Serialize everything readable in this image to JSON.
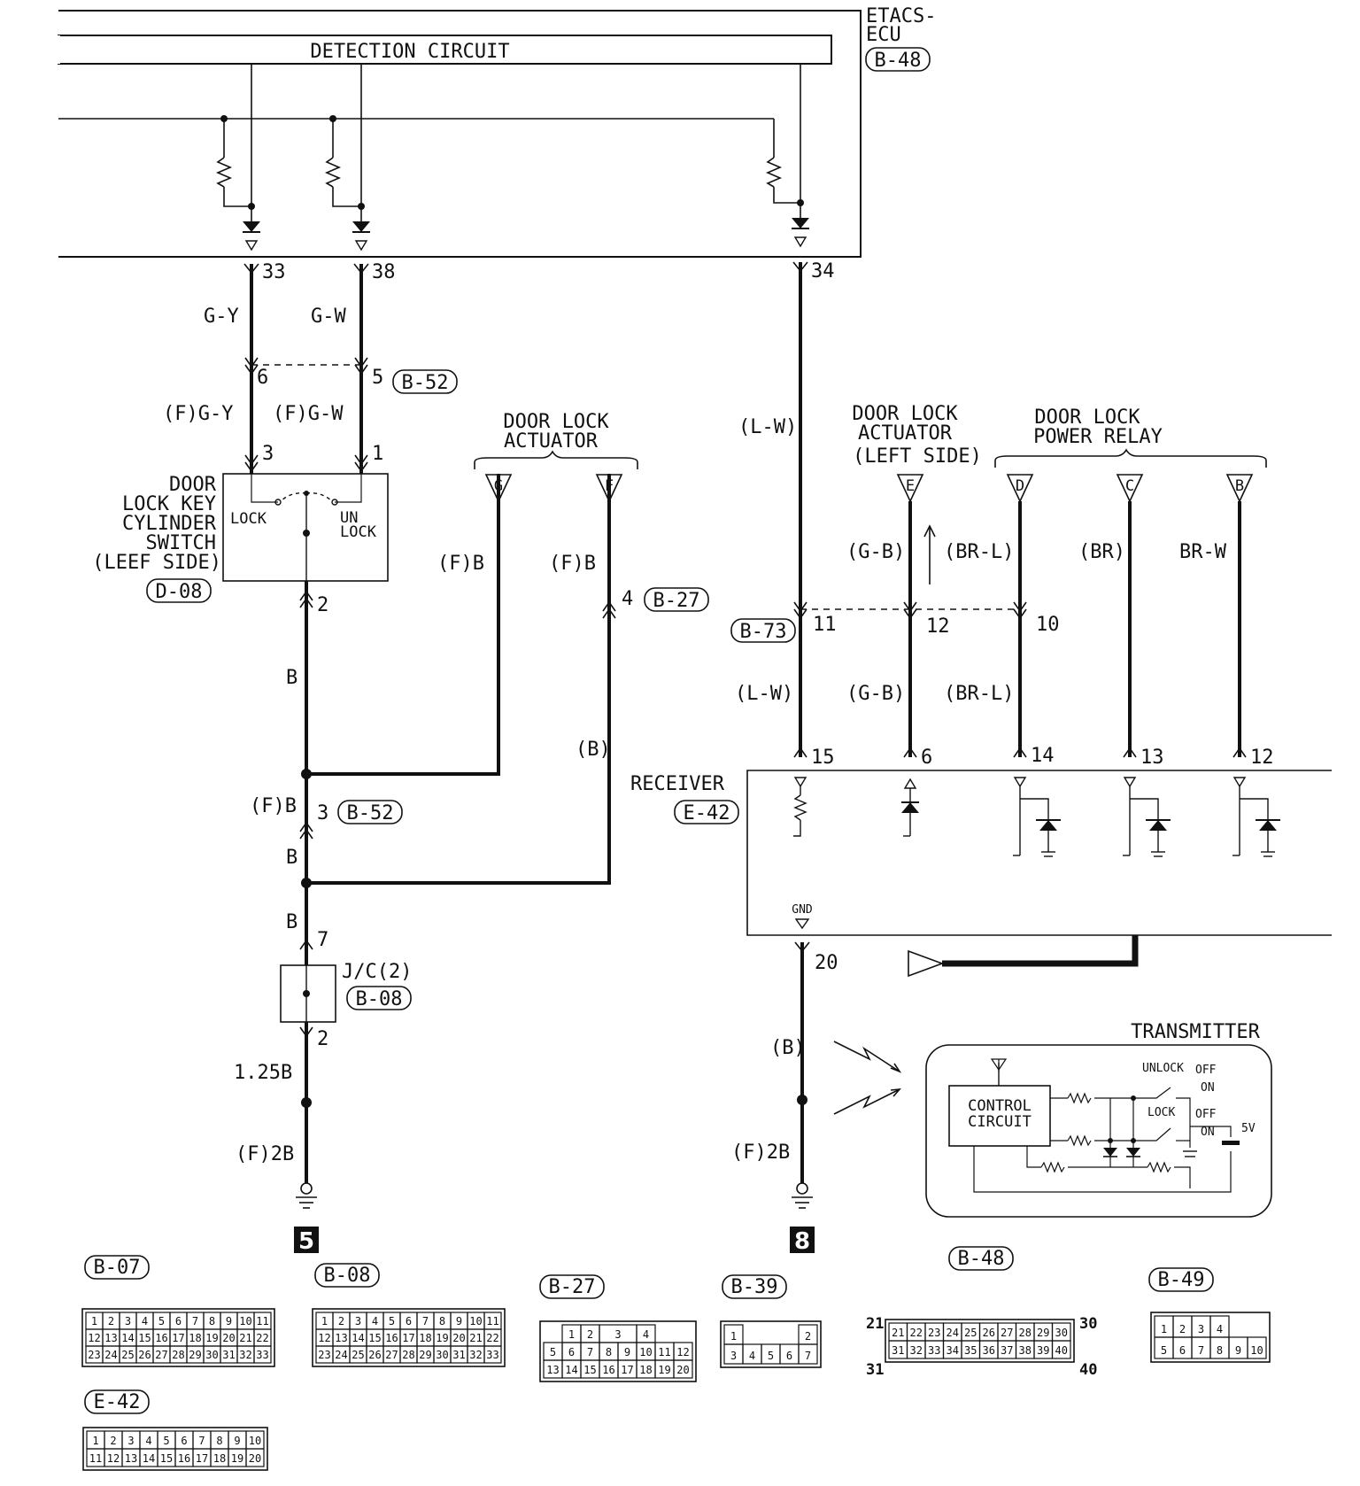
{
  "ecu": {
    "name_line1": "ETACS-",
    "name_line2": "ECU",
    "connector": "B-48",
    "detection_label": "DETECTION CIRCUIT"
  },
  "pins": {
    "ecu_33": "33",
    "ecu_38": "38",
    "ecu_34": "34"
  },
  "wires": {
    "g_y": "G-Y",
    "g_w": "G-W",
    "f_g_y": "(F)G-Y",
    "f_g_w": "(F)G-W",
    "l_w_upper": "(L-W)",
    "l_w_lower": "(L-W)",
    "g_b_upper": "(G-B)",
    "g_b_lower": "(G-B)",
    "br_l_upper": "(BR-L)",
    "br_l_lower": "(BR-L)",
    "br": "(BR)",
    "br_w": "BR-W",
    "b_key": "B",
    "f_b_left": "(F)B",
    "f_b_right": "(F)B",
    "b_paren": "(B)",
    "f_b_mid": "(F)B",
    "b_mid": "B",
    "b_lower": "B",
    "b_1_25": "1.25B",
    "f_2b_left": "(F)2B",
    "b_recv": "(B)",
    "f_2b_right": "(F)2B"
  },
  "b52": {
    "pin6": "6",
    "pin5": "5",
    "connector": "B-52",
    "pin3": "3",
    "connector2": "B-52"
  },
  "key_switch": {
    "name": [
      "DOOR",
      "LOCK KEY",
      "CYLINDER",
      "SWITCH",
      "(LEEF SIDE)"
    ],
    "connector": "D-08",
    "pin3": "3",
    "pin1": "1",
    "pin2": "2",
    "lock": "LOCK",
    "unlock_1": "UN",
    "unlock_2": "LOCK"
  },
  "actuator_right": {
    "title_1": "DOOR LOCK",
    "title_2": "ACTUATOR",
    "term_g": "G",
    "term_f": "F",
    "pin4": "4",
    "connector": "B-27"
  },
  "actuator_left": {
    "title_1": "DOOR LOCK",
    "title_2": "ACTUATOR",
    "title_3": "(LEFT SIDE)",
    "term_e": "E"
  },
  "relay": {
    "title_1": "DOOR LOCK",
    "title_2": "POWER RELAY",
    "term_d": "D",
    "term_c": "C",
    "term_b": "B"
  },
  "b73": {
    "connector": "B-73",
    "pin11": "11",
    "pin12": "12",
    "pin10": "10"
  },
  "receiver": {
    "name": "RECEIVER",
    "connector": "E-42",
    "gnd": "GND",
    "pin15": "15",
    "pin6": "6",
    "pin14": "14",
    "pin13": "13",
    "pin12": "12",
    "pin20": "20"
  },
  "jc": {
    "name": "J/C(2)",
    "connector": "B-08",
    "pin7": "7",
    "pin2": "2"
  },
  "grounds": {
    "left": "5",
    "right": "8"
  },
  "transmitter": {
    "title": "TRANSMITTER",
    "control_1": "CONTROL",
    "control_2": "CIRCUIT",
    "unlock": "UNLOCK",
    "lock": "LOCK",
    "off_1": "OFF",
    "on_1": "ON",
    "off_2": "OFF",
    "on_2": "ON",
    "volt": "5V"
  },
  "connectors": {
    "b07": {
      "label": "B-07",
      "rows": [
        [
          "1",
          "2",
          "3",
          "4",
          "5",
          "6",
          "7",
          "8",
          "9",
          "10",
          "11"
        ],
        [
          "12",
          "13",
          "14",
          "15",
          "16",
          "17",
          "18",
          "19",
          "20",
          "21",
          "22"
        ],
        [
          "23",
          "24",
          "25",
          "26",
          "27",
          "28",
          "29",
          "30",
          "31",
          "32",
          "33"
        ]
      ]
    },
    "b08": {
      "label": "B-08",
      "rows": [
        [
          "1",
          "2",
          "3",
          "4",
          "5",
          "6",
          "7",
          "8",
          "9",
          "10",
          "11"
        ],
        [
          "12",
          "13",
          "14",
          "15",
          "16",
          "17",
          "18",
          "19",
          "20",
          "21",
          "22"
        ],
        [
          "23",
          "24",
          "25",
          "26",
          "27",
          "28",
          "29",
          "30",
          "31",
          "32",
          "33"
        ]
      ]
    },
    "b27": {
      "label": "B-27",
      "rows": [
        [
          "1",
          "2",
          "3",
          "4"
        ],
        [
          "5",
          "6",
          "7",
          "8",
          "9",
          "10",
          "11",
          "12"
        ],
        [
          "13",
          "14",
          "15",
          "16",
          "17",
          "18",
          "19",
          "20"
        ]
      ]
    },
    "b39": {
      "label": "B-39",
      "rows": [
        [
          "1",
          "2"
        ],
        [
          "3",
          "4",
          "5",
          "6",
          "7"
        ]
      ]
    },
    "b48": {
      "label": "B-48",
      "rows": [
        [
          "21",
          "22",
          "23",
          "24",
          "25",
          "26",
          "27",
          "28",
          "29",
          "30"
        ],
        [
          "31",
          "32",
          "33",
          "34",
          "35",
          "36",
          "37",
          "38",
          "39",
          "40"
        ]
      ],
      "corner_tl": "21",
      "corner_tr": "30",
      "corner_bl": "31",
      "corner_br": "40"
    },
    "b49": {
      "label": "B-49",
      "rows": [
        [
          "1",
          "2",
          "3",
          "4"
        ],
        [
          "5",
          "6",
          "7",
          "8",
          "9",
          "10"
        ]
      ]
    },
    "e42": {
      "label": "E-42",
      "rows": [
        [
          "1",
          "2",
          "3",
          "4",
          "5",
          "6",
          "7",
          "8",
          "9",
          "10"
        ],
        [
          "11",
          "12",
          "13",
          "14",
          "15",
          "16",
          "17",
          "18",
          "19",
          "20"
        ]
      ]
    }
  }
}
